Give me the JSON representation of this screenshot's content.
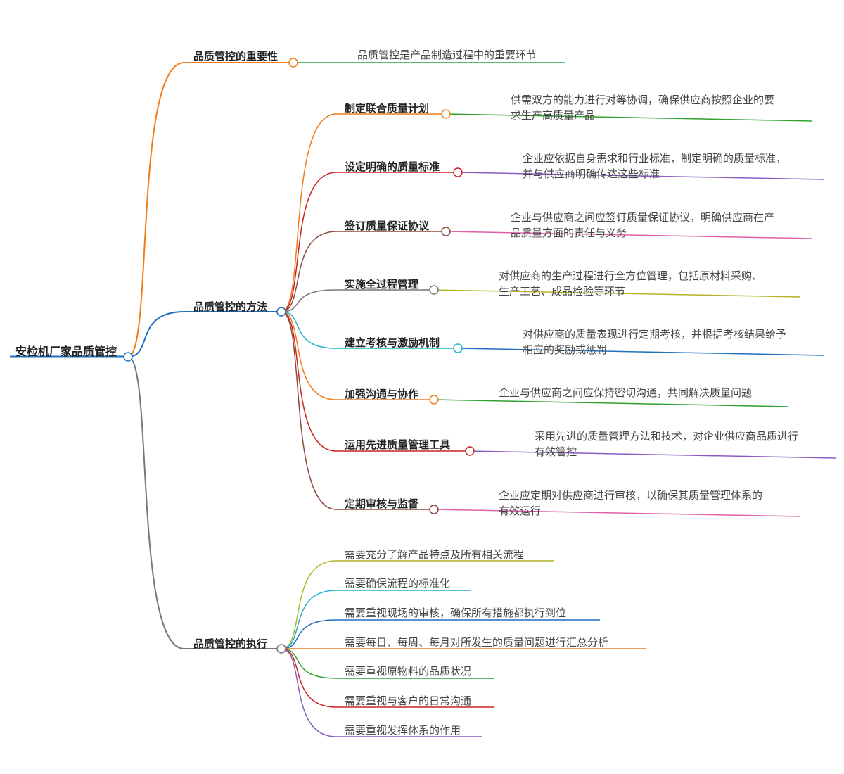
{
  "title": "安检机厂家品质管控",
  "colors": {
    "root_line": "#1f6fbf",
    "orange": "#f07c1a",
    "blue": "#1f6fbf",
    "gray": "#777777",
    "green": "#2ea12e",
    "red": "#cc2222",
    "purple": "#8a5cc2",
    "brown": "#8b4a3c",
    "pink": "#e060a8",
    "olive": "#b4b428",
    "cyan": "#1fb3cf"
  },
  "branches": [
    {
      "label": "品质管控的重要性",
      "color": "orange",
      "leaves": [
        {
          "text": "品质管控是产品制造过程中的重要环节",
          "color": "green"
        }
      ]
    },
    {
      "label": "品质管控的方法",
      "color": "blue",
      "children": [
        {
          "label": "制定联合质量计划",
          "color": "orange",
          "leaf": "供需双方的能力进行对等协调，确保供应商按照企业的要求生产高质量产品",
          "leaf_lines": [
            "供需双方的能力进行对等协调，确保供应商按照企业的要",
            "求生产高质量产品"
          ],
          "leaf_color": "green"
        },
        {
          "label": "设定明确的质量标准",
          "color": "red",
          "leaf": "企业应依据自身需求和行业标准，制定明确的质量标准，并与供应商明确传达这些标准",
          "leaf_lines": [
            "企业应依据自身需求和行业标准，制定明确的质量标准，",
            "并与供应商明确传达这些标准"
          ],
          "leaf_color": "purple"
        },
        {
          "label": "签订质量保证协议",
          "color": "brown",
          "leaf": "企业与供应商之间应签订质量保证协议，明确供应商在产品质量方面的责任与义务",
          "leaf_lines": [
            "企业与供应商之间应签订质量保证协议，明确供应商在产",
            "品质量方面的责任与义务"
          ],
          "leaf_color": "pink"
        },
        {
          "label": "实施全过程管理",
          "color": "gray",
          "leaf": "对供应商的生产过程进行全方位管理，包括原材料采购、生产工艺、成品检验等环节",
          "leaf_lines": [
            "对供应商的生产过程进行全方位管理，包括原材料采购、",
            "生产工艺、成品检验等环节"
          ],
          "leaf_color": "olive"
        },
        {
          "label": "建立考核与激励机制",
          "color": "cyan",
          "leaf": "对供应商的质量表现进行定期考核，并根据考核结果给予相应的奖励或惩罚",
          "leaf_lines": [
            "对供应商的质量表现进行定期考核，并根据考核结果给予",
            "相应的奖励或惩罚"
          ],
          "leaf_color": "blue"
        },
        {
          "label": "加强沟通与协作",
          "color": "orange",
          "leaf": "企业与供应商之间应保持密切沟通，共同解决质量问题",
          "leaf_lines": [
            "企业与供应商之间应保持密切沟通，共同解决质量问题"
          ],
          "leaf_color": "green"
        },
        {
          "label": "运用先进质量管理工具",
          "color": "red",
          "leaf": "采用先进的质量管理方法和技术，对企业供应商品质进行有效管控",
          "leaf_lines": [
            "采用先进的质量管理方法和技术，对企业供应商品质进行",
            "有效管控"
          ],
          "leaf_color": "purple"
        },
        {
          "label": "定期审核与监督",
          "color": "brown",
          "leaf": "企业应定期对供应商进行审核，以确保其质量管理体系的有效运行",
          "leaf_lines": [
            "企业应定期对供应商进行审核，以确保其质量管理体系的",
            "有效运行"
          ],
          "leaf_color": "pink"
        }
      ]
    },
    {
      "label": "品质管控的执行",
      "color": "gray",
      "leaves": [
        {
          "text": "需要充分了解产品特点及所有相关流程",
          "color": "olive"
        },
        {
          "text": "需要确保流程的标准化",
          "color": "cyan"
        },
        {
          "text": "需要重视现场的审核，确保所有措施都执行到位",
          "color": "blue"
        },
        {
          "text": "需要每日、每周、每月对所发生的质量问题进行汇总分析",
          "color": "orange"
        },
        {
          "text": "需要重视原物料的品质状况",
          "color": "green"
        },
        {
          "text": "需要重视与客户的日常沟通",
          "color": "red"
        },
        {
          "text": "需要重视发挥体系的作用",
          "color": "purple"
        }
      ]
    }
  ]
}
